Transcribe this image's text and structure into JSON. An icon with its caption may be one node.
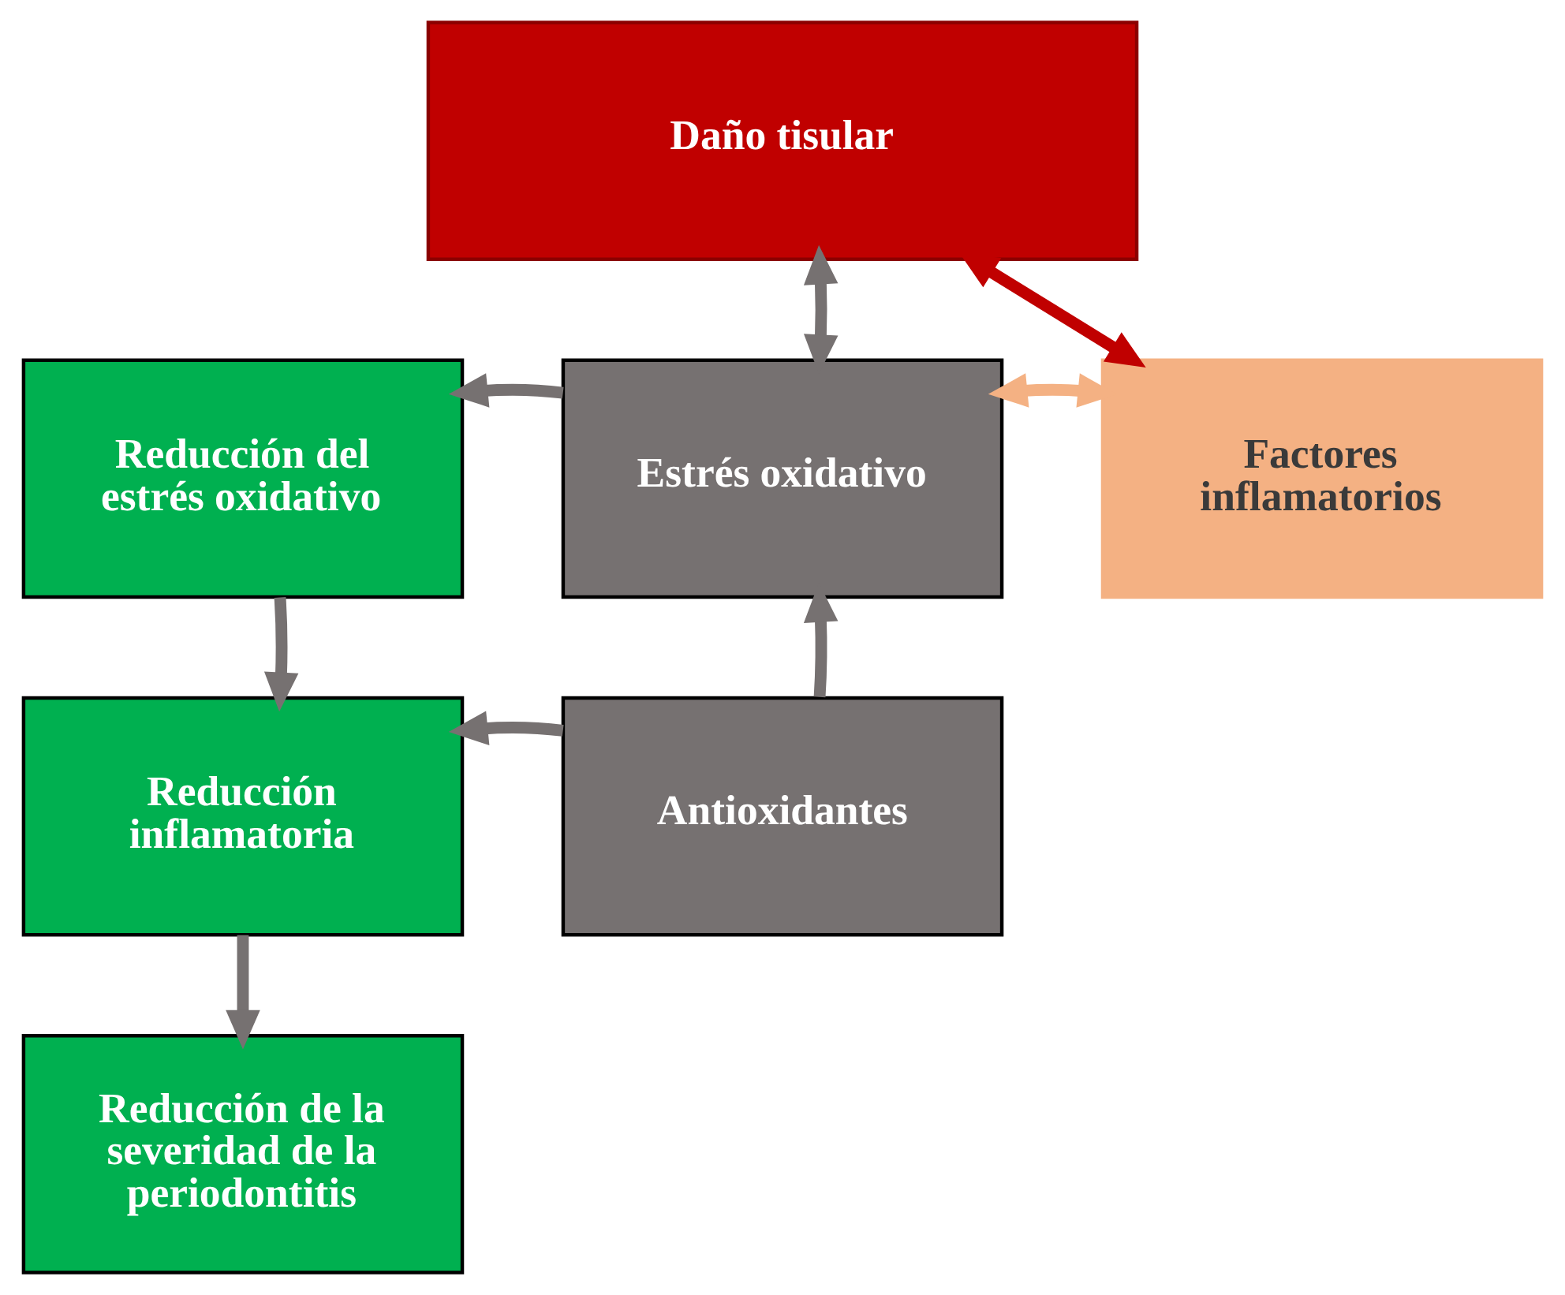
{
  "diagram": {
    "nodes": [
      {
        "text": [
          "Daño tisular"
        ]
      },
      {
        "text": [
          "Reducción del estrés oxidativo"
        ]
      },
      {
        "text": [
          "Estrés oxidativo"
        ]
      },
      {
        "text": [
          "Factores inflamatorios"
        ]
      },
      {
        "text": [
          "Reducción inflamatoria"
        ]
      },
      {
        "text": [
          "Antioxidantes"
        ]
      },
      {
        "text": [
          "Reducción de la severidad de la periodontitis"
        ]
      }
    ],
    "edges": [
      {
        "from": 2,
        "to": 0,
        "arrow": "both"
      },
      {
        "from": 3,
        "to": 0,
        "arrow": "both",
        "color": "#c00000"
      },
      {
        "from": 2,
        "to": 1,
        "arrow": "to"
      },
      {
        "from": 3,
        "to": 2,
        "arrow": "both",
        "color": "#f4b183"
      },
      {
        "from": 5,
        "to": 2,
        "arrow": "to"
      },
      {
        "from": 1,
        "to": 4,
        "arrow": "to"
      },
      {
        "from": 5,
        "to": 4,
        "arrow": "to"
      },
      {
        "from": 4,
        "to": 6,
        "arrow": "to"
      }
    ]
  }
}
